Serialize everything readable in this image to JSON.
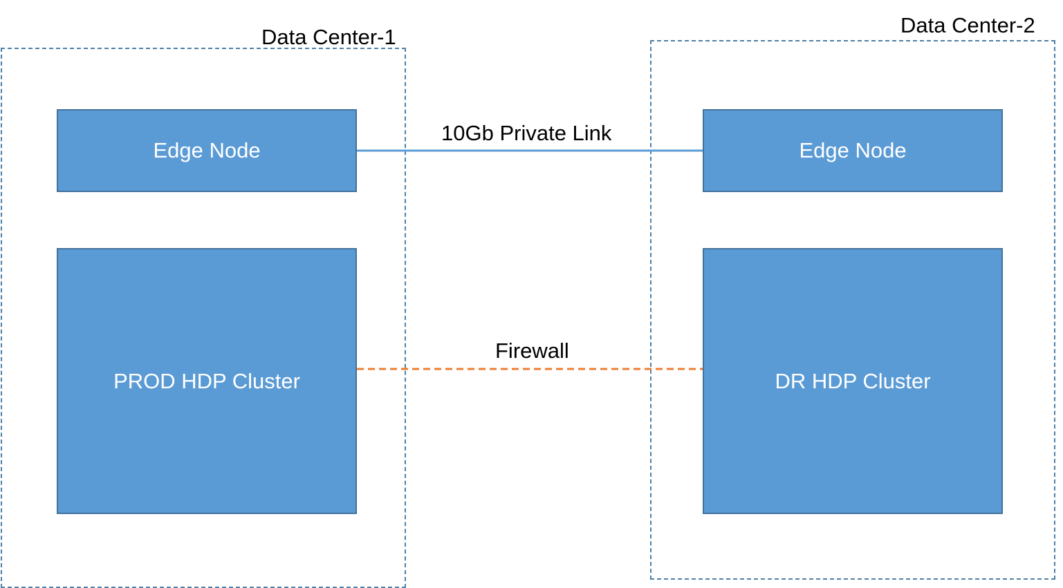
{
  "data_centers": [
    {
      "label": "Data Center-1"
    },
    {
      "label": "Data Center-2"
    }
  ],
  "nodes": {
    "edge_dc1": "Edge Node",
    "edge_dc2": "Edge Node",
    "prod_cluster": "PROD HDP Cluster",
    "dr_cluster": "DR HDP Cluster"
  },
  "links": {
    "private_link": "10Gb Private Link",
    "firewall": "Firewall"
  },
  "colors": {
    "node_fill": "#5b9bd5",
    "node_border": "#41719c",
    "private_link_line": "#5b9bd5",
    "firewall_line": "#ed7d31",
    "dc_border": "#4f7fa4"
  }
}
